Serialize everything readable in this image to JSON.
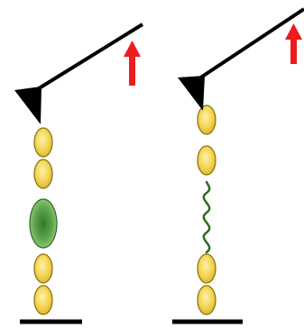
{
  "colors": {
    "background": "#ffffff",
    "stroke": "#000000",
    "arrow": "#ee1c1c",
    "domain_fill": "#f2d250",
    "domain_stroke": "#8a7200",
    "unfolded_fill": "#6fb15a",
    "unfolded_stroke": "#2e6a22",
    "linker": "#2f6a20"
  },
  "panels": [
    {
      "id": "folded-state",
      "domains_below": 2,
      "domains_above": 2,
      "middle": "unfolded-domain",
      "arrow": "up-arrow-icon"
    },
    {
      "id": "unfolded-state",
      "domains_below": 2,
      "domains_above": 2,
      "middle": "unfolded-linker",
      "arrow": "up-arrow-icon"
    }
  ]
}
